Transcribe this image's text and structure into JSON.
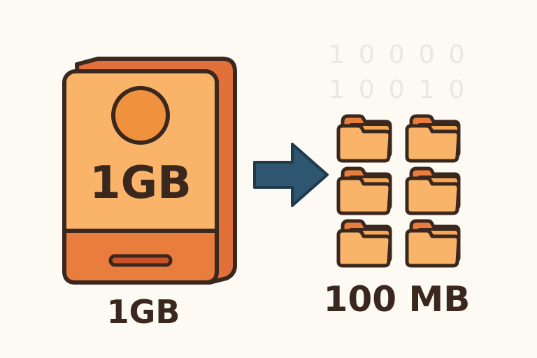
{
  "drive": {
    "face_label": "1GB",
    "caption": "1GB"
  },
  "binary_rows": [
    "10000",
    "10010"
  ],
  "target": {
    "caption": "100 MB",
    "folder_count": 6
  },
  "colors": {
    "background": "#fdf9f3",
    "outline": "#3a271d",
    "drive_face": "#f9b46a",
    "drive_bottom": "#e97d3d",
    "drive_side": "#e2703a",
    "circle": "#f0913d",
    "arrow": "#2f5670",
    "folder": "#f9b46a",
    "folder_tab": "#e97d3d"
  }
}
